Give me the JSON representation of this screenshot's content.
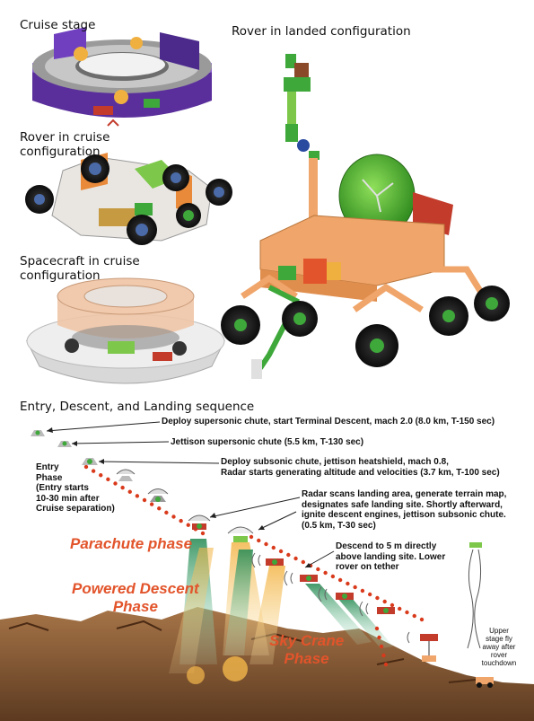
{
  "labels": {
    "cruise_stage": "Cruise stage",
    "rover_landed": "Rover in landed configuration",
    "rover_cruise": "Rover in cruise\nconfiguration",
    "spacecraft_cruise": "Spacecraft in cruise\nconfiguration",
    "edl_title": "Entry, Descent, and Landing sequence"
  },
  "notes": {
    "deploy_supersonic": "Deploy supersonic chute, start Terminal Descent, mach 2.0 (8.0 km, T-150 sec)",
    "jettison_supersonic": "Jettison supersonic chute (5.5 km, T-130 sec)",
    "deploy_subsonic": "Deploy subsonic chute, jettison heatshield, mach 0.8,\nRadar starts generating altitude and velocities (3.7 km, T-100 sec)",
    "entry_phase": "Entry\nPhase\n(Entry starts\n10-30 min after\nCruise separation)",
    "radar_scans": "Radar scans landing area, generate terrain map,\ndesignates safe landing site.  Shortly afterward,\nignite descent engines, jettison subsonic chute.\n(0.5 km, T-30 sec)",
    "descend": "Descend to 5 m directly\nabove landing site. Lower\nrover on tether",
    "upper_stage": "Upper\nstage fly\naway after\nrover\ntouchdown"
  },
  "phases": {
    "parachute": "Parachute phase",
    "powered": "Powered Descent\nPhase",
    "skycrane": "Sky Crane\nPhase"
  },
  "colors": {
    "phase_text": "#e2542b",
    "trajectory": "#d93a1c",
    "cruise_purple": "#6a3aa8",
    "rover_orange": "#f0a56a",
    "rover_green": "#3ea83a",
    "terrain": "#8a5a34"
  }
}
